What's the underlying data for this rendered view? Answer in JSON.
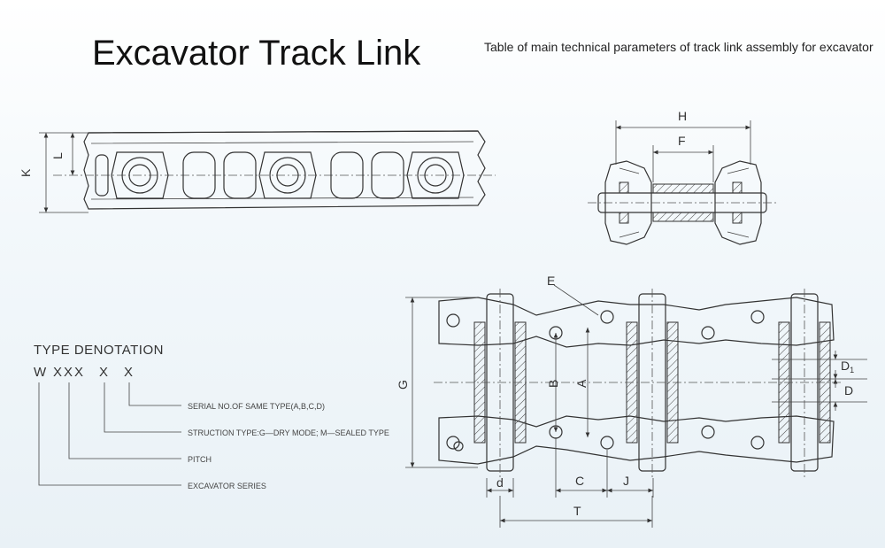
{
  "header": {
    "title": "Excavator Track Link",
    "subtitle": "Table of main technical parameters of track link assembly for excavator"
  },
  "side_view": {
    "dims": {
      "K": "K",
      "L": "L"
    }
  },
  "section_view": {
    "dims": {
      "H": "H",
      "F": "F"
    }
  },
  "top_view": {
    "dims": {
      "E": "E",
      "G": "G",
      "B": "B",
      "A": "A",
      "D1": "D",
      "D1_sub": "1",
      "D": "D",
      "d": "d",
      "C": "C",
      "J": "J",
      "T": "T"
    }
  },
  "type_denotation": {
    "title": "TYPE DENOTATION",
    "code": [
      "W",
      "XXX",
      "X",
      "X"
    ],
    "notes": [
      "SERIAL  NO.OF SAME TYPE(A,B,C,D)",
      "STRUCTION TYPE:G—DRY MODE; M—SEALED TYPE",
      "PITCH",
      "EXCAVATOR SERIES"
    ]
  }
}
